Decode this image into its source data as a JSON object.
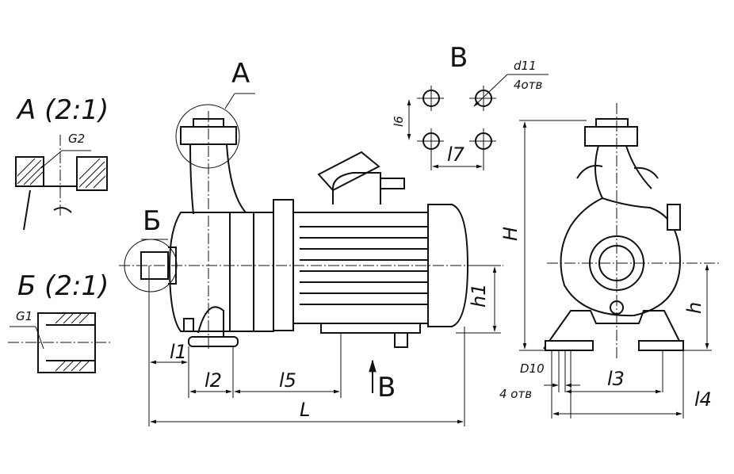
{
  "views": {
    "detail_a": {
      "title": "A (2:1)",
      "thread": "G2"
    },
    "detail_b": {
      "title": "Б (2:1)",
      "thread": "G1"
    },
    "callout_a": "A",
    "callout_b": "Б",
    "view_b_letter": "B",
    "view_b_arrow": "B"
  },
  "hole_pattern": {
    "title": "B",
    "hole_diameter": "d11",
    "hole_count": "4отв",
    "spacing_vertical": "l6",
    "spacing_horizontal": "l7"
  },
  "side_view": {
    "dimensions": {
      "h1": "h1",
      "l1": "l1",
      "l2": "l2",
      "l5": "l5",
      "L": "L"
    }
  },
  "front_view": {
    "dimensions": {
      "H": "H",
      "h": "h",
      "D10": "D10",
      "holes": "4 отв",
      "l3": "l3",
      "l4": "l4"
    }
  }
}
